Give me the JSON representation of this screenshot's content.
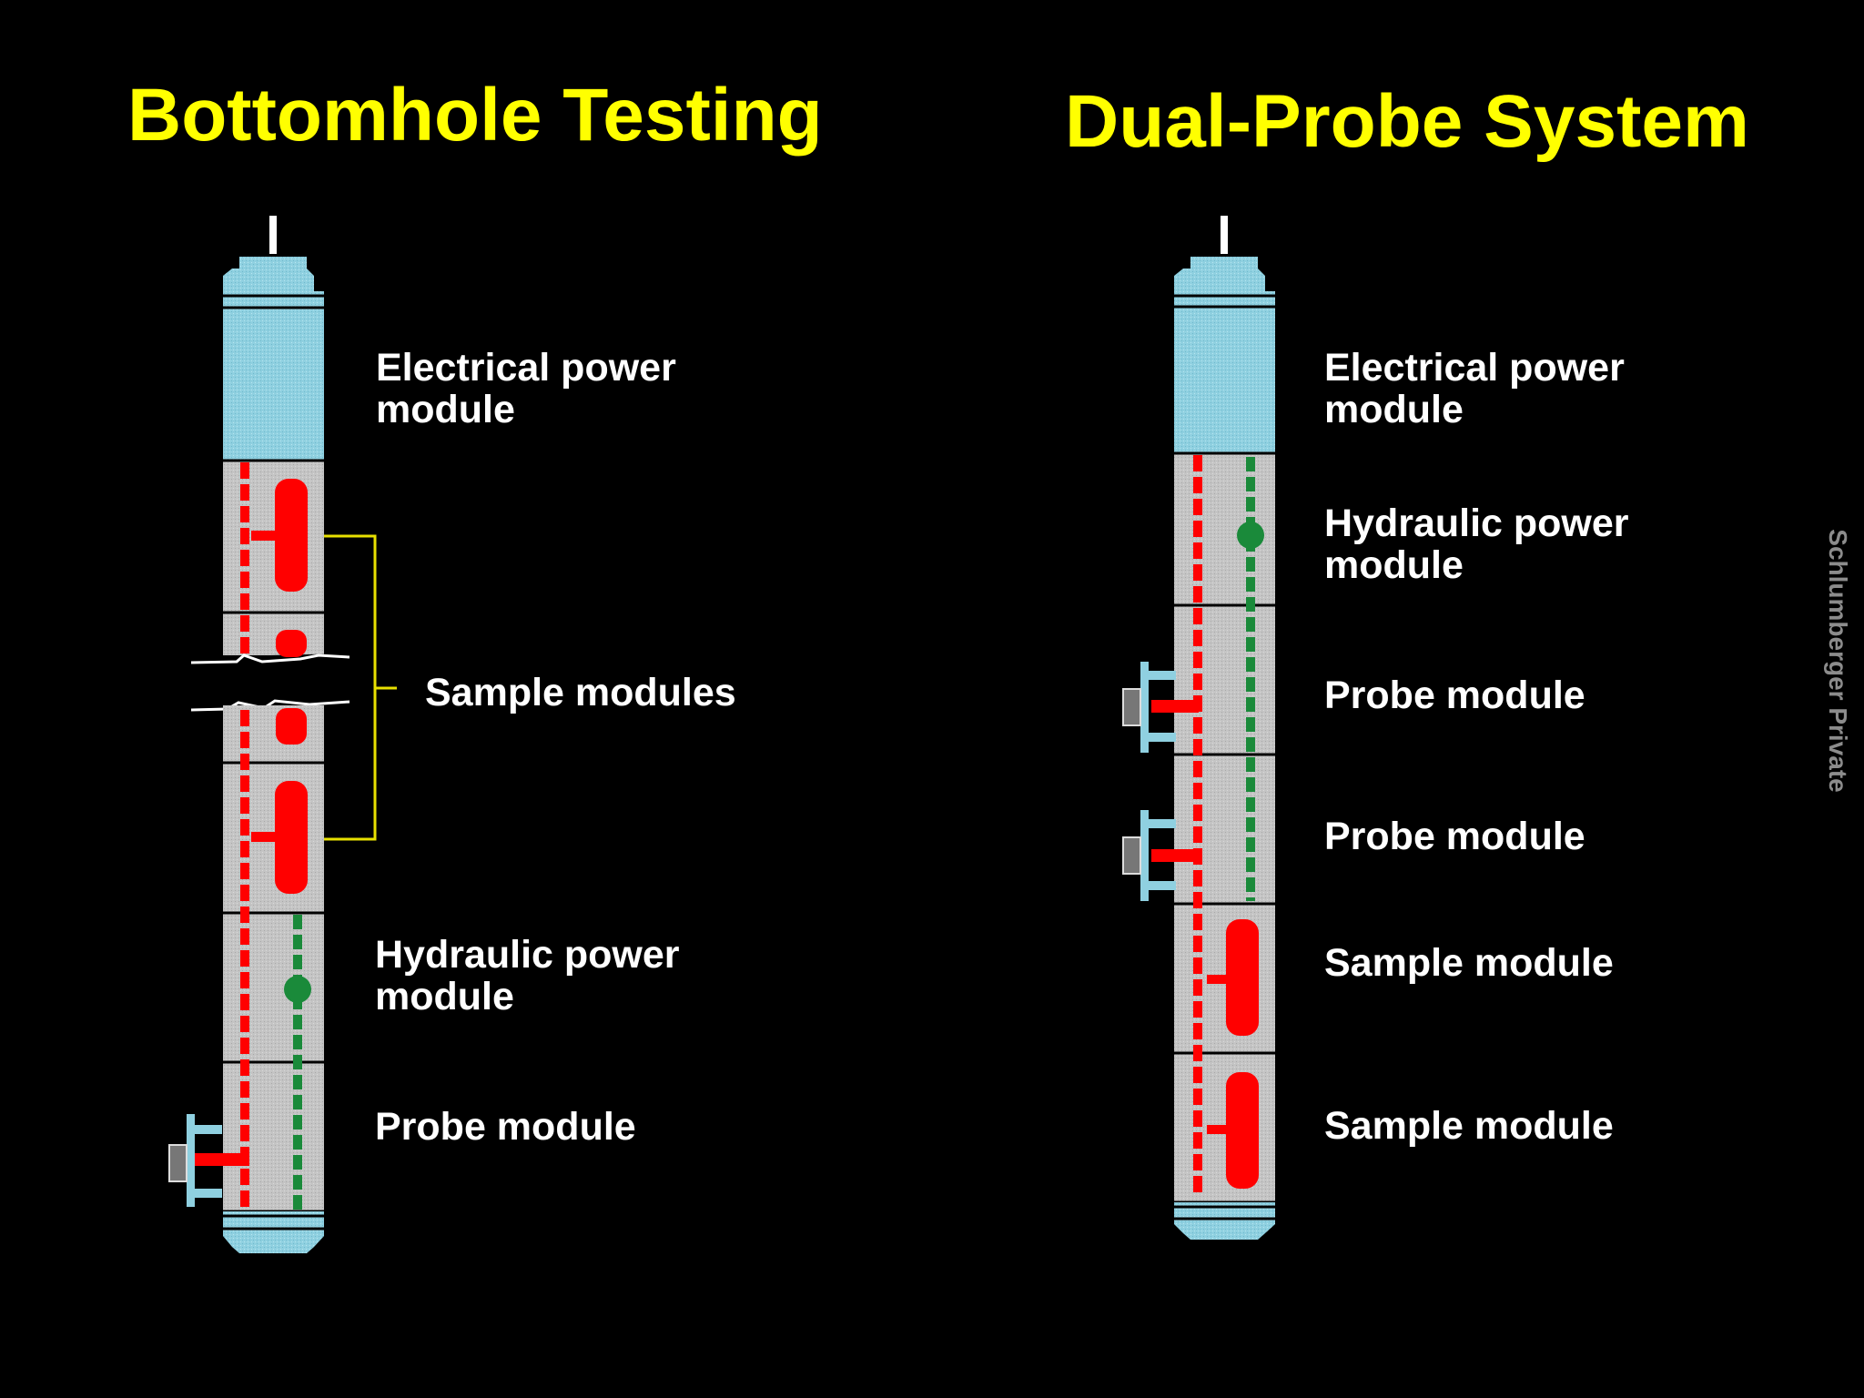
{
  "titles": {
    "left": "Bottomhole Testing",
    "right": "Dual-Probe System"
  },
  "left_tool": {
    "labels": {
      "electrical": [
        "Electrical power",
        "module"
      ],
      "sample": "Sample modules",
      "hydraulic": [
        "Hydraulic  power",
        "module"
      ],
      "probe": "Probe module"
    }
  },
  "right_tool": {
    "labels": {
      "electrical": [
        "Electrical power",
        "module"
      ],
      "hydraulic": [
        "Hydraulic  power",
        "module"
      ],
      "probe_1": "Probe module",
      "probe_2": "Probe module",
      "sample_1": "Sample  module",
      "sample_2": "Sample  module"
    }
  },
  "watermark": "Schlumberger Private",
  "colors": {
    "background": "#000000",
    "title": "#ffff00",
    "label": "#ffffff",
    "housing_blue": "#8fd0e0",
    "module_gray": "#c4c4c4",
    "flowline_red": "#ff0000",
    "hydraulic_green": "#1a8a3a",
    "bracket_yellow": "#e8e000",
    "probe_pad_gray": "#777777"
  }
}
